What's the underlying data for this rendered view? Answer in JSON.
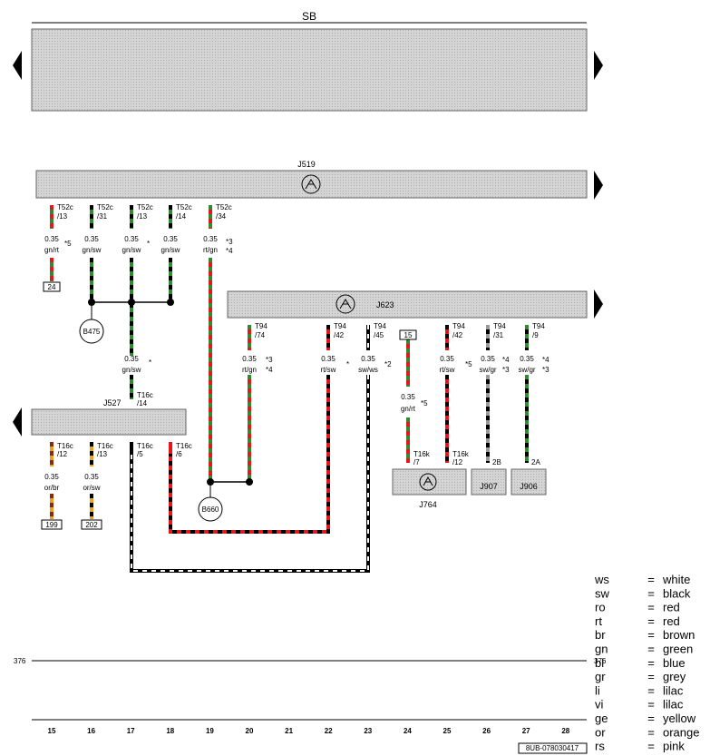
{
  "title": "SB",
  "components": {
    "j519": "J519",
    "j623": "J623",
    "j527": "J527",
    "j764": "J764",
    "j907": "J907",
    "j906": "J906",
    "b475": "B475",
    "b660": "B660",
    "ref24": "24",
    "ref15": "15",
    "ref199": "199",
    "ref202": "202"
  },
  "pins": {
    "t52c_13a": [
      "T52c",
      "/13"
    ],
    "t52c_31": [
      "T52c",
      "/31"
    ],
    "t52c_13b": [
      "T52c",
      "/13"
    ],
    "t52c_14": [
      "T52c",
      "/14"
    ],
    "t52c_34": [
      "T52c",
      "/34"
    ],
    "t94_74": [
      "T94",
      "/74"
    ],
    "t94_42a": [
      "T94",
      "/42"
    ],
    "t94_45": [
      "T94",
      "/45"
    ],
    "t94_42b": [
      "T94",
      "/42"
    ],
    "t94_31": [
      "T94",
      "/31"
    ],
    "t94_9": [
      "T94",
      "/9"
    ],
    "t16c_14": [
      "T16c",
      "/14"
    ],
    "t16c_12": [
      "T16c",
      "/12"
    ],
    "t16c_13": [
      "T16c",
      "/13"
    ],
    "t16c_5": [
      "T16c",
      "/5"
    ],
    "t16c_6": [
      "T16c",
      "/6"
    ],
    "t16k_7": [
      "T16k",
      "/7"
    ],
    "t16k_12": [
      "T16k",
      "/12"
    ],
    "p2b": "2B",
    "p2a": "2A"
  },
  "wires": {
    "w15": [
      "0.35",
      "gn/rt",
      "*5"
    ],
    "w16": [
      "0.35",
      "gn/sw"
    ],
    "w17a": [
      "0.35",
      "gn/sw",
      "*"
    ],
    "w18": [
      "0.35",
      "gn/sw"
    ],
    "w19": [
      "0.35",
      "rt/gn",
      "*3",
      "*4"
    ],
    "w17b": [
      "0.35",
      "gn/sw",
      "*"
    ],
    "w20": [
      "0.35",
      "rt/gn",
      "*3",
      "*4"
    ],
    "w22": [
      "0.35",
      "rt/sw",
      "*"
    ],
    "w23": [
      "0.35",
      "sw/ws",
      "*2"
    ],
    "w24": [
      "0.35",
      "gn/rt",
      "*5"
    ],
    "w25": [
      "0.35",
      "rt/sw",
      "*5"
    ],
    "w26": [
      "0.35",
      "sw/gr",
      "*4",
      "*3"
    ],
    "w27": [
      "0.35",
      "sw/gr",
      "*4",
      "*3"
    ],
    "w15b": [
      "0.35",
      "or/br"
    ],
    "w16b": [
      "0.35",
      "or/sw"
    ]
  },
  "margin_ref": "376",
  "columns": [
    "15",
    "16",
    "17",
    "18",
    "19",
    "20",
    "21",
    "22",
    "23",
    "24",
    "25",
    "26",
    "27",
    "28"
  ],
  "doc_code": "8UB-078030417",
  "legend": [
    {
      "code": "ws",
      "eq": "=",
      "name": "white"
    },
    {
      "code": "sw",
      "eq": "=",
      "name": "black"
    },
    {
      "code": "ro",
      "eq": "=",
      "name": "red"
    },
    {
      "code": "rt",
      "eq": "=",
      "name": "red"
    },
    {
      "code": "br",
      "eq": "=",
      "name": "brown"
    },
    {
      "code": "gn",
      "eq": "=",
      "name": "green"
    },
    {
      "code": "bl",
      "eq": "=",
      "name": "blue"
    },
    {
      "code": "gr",
      "eq": "=",
      "name": "grey"
    },
    {
      "code": "li",
      "eq": "=",
      "name": "lilac"
    },
    {
      "code": "vi",
      "eq": "=",
      "name": "lilac"
    },
    {
      "code": "ge",
      "eq": "=",
      "name": "yellow"
    },
    {
      "code": "or",
      "eq": "=",
      "name": "orange"
    },
    {
      "code": "rs",
      "eq": "=",
      "name": "pink"
    }
  ],
  "colors": {
    "green": "#2e8b2e",
    "red": "#e8161b",
    "black": "#000000",
    "white": "#ffffff",
    "grey": "#9a9a9a",
    "orange": "#f0a020",
    "brown": "#8b2a10",
    "bus_fill": "#d9d9d9"
  }
}
